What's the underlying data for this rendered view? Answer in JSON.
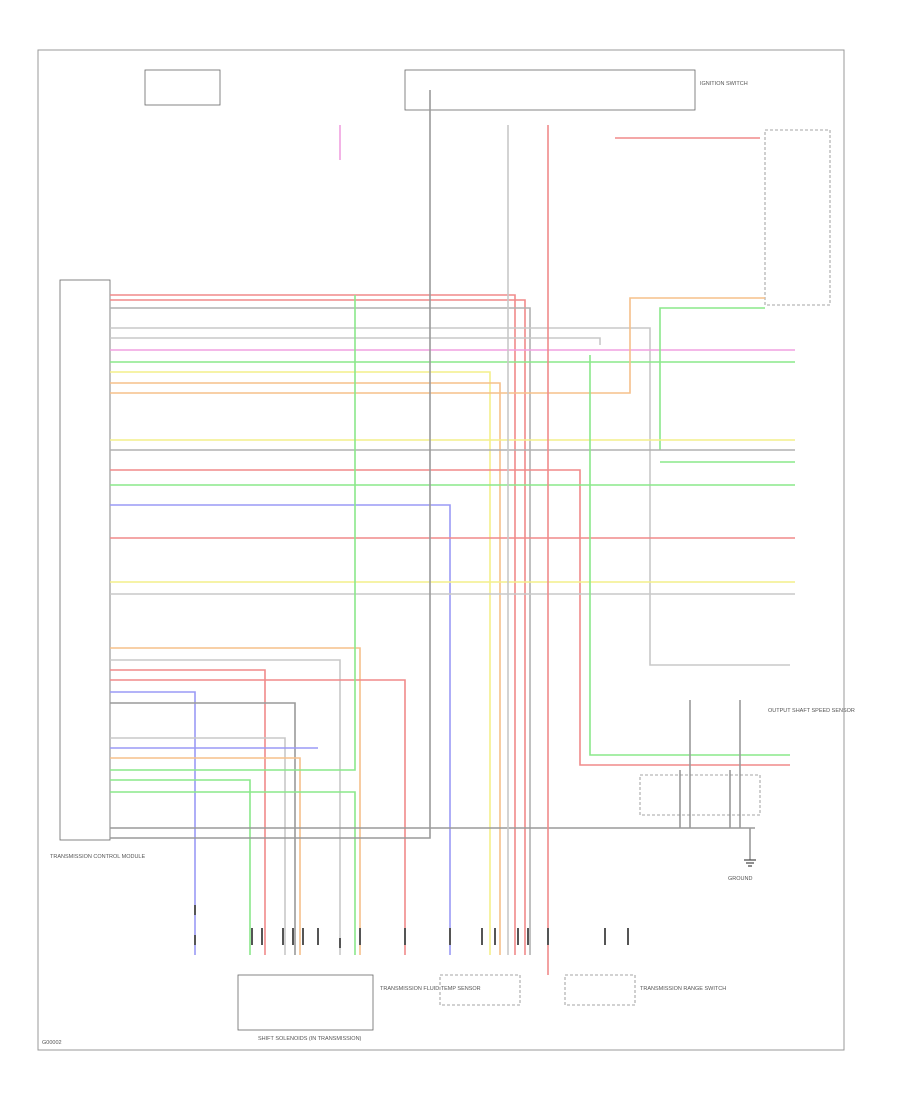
{
  "diagram": {
    "footer_code": "G00002",
    "components": [
      {
        "id": "tcm",
        "label": "TRANSMISSION CONTROL MODULE"
      },
      {
        "id": "shift_solenoids",
        "label": "SHIFT SOLENOIDS (IN TRANSMISSION)"
      },
      {
        "id": "ground",
        "label": "GROUND"
      },
      {
        "id": "ignition_switch",
        "label": "IGNITION SWITCH"
      },
      {
        "id": "output_speed",
        "label": "OUTPUT SHAFT SPEED SENSOR"
      },
      {
        "id": "fluid_temp",
        "label": "TRANSMISSION FLUID TEMP SENSOR"
      },
      {
        "id": "range_switch",
        "label": "TRANSMISSION RANGE SWITCH"
      }
    ],
    "colors": {
      "red": "#f08a8a",
      "pink": "#f0a0e0",
      "orange": "#f5c08a",
      "yellow": "#f3ef8a",
      "green": "#8ae88a",
      "blue": "#9a9af5",
      "gray": "#9a9a9a",
      "frame": "#999999"
    }
  }
}
